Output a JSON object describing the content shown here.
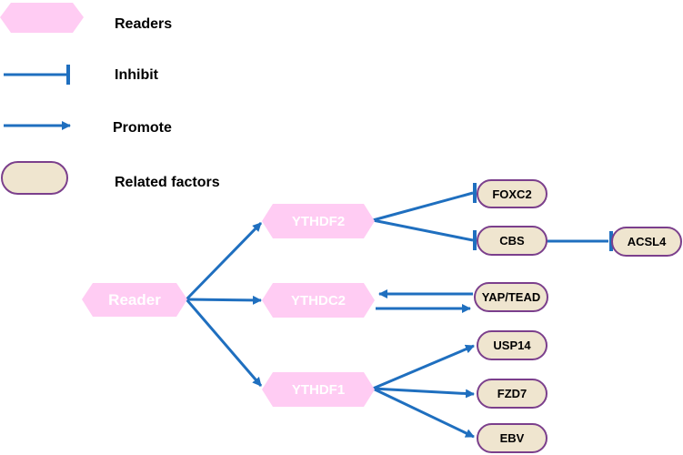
{
  "colors": {
    "reader_fill": "#ffccf3",
    "reader_text": "#ffffff",
    "arrow": "#1f6fbf",
    "factor_fill": "#efe5cf",
    "factor_border": "#7b3f8c"
  },
  "legend": {
    "readers": "Readers",
    "inhibit": "Inhibit",
    "promote": "Promote",
    "related_factors": "Related factors"
  },
  "readers": {
    "root": "Reader",
    "ythdf2": "YTHDF2",
    "ythdc2": "YTHDC2",
    "ythdf1": "YTHDF1"
  },
  "factors": {
    "foxc2": "FOXC2",
    "cbs": "CBS",
    "acsl4": "ACSL4",
    "yap_tead": "YAP/TEAD",
    "usp14": "USP14",
    "fzd7": "FZD7",
    "ebv": "EBV"
  }
}
